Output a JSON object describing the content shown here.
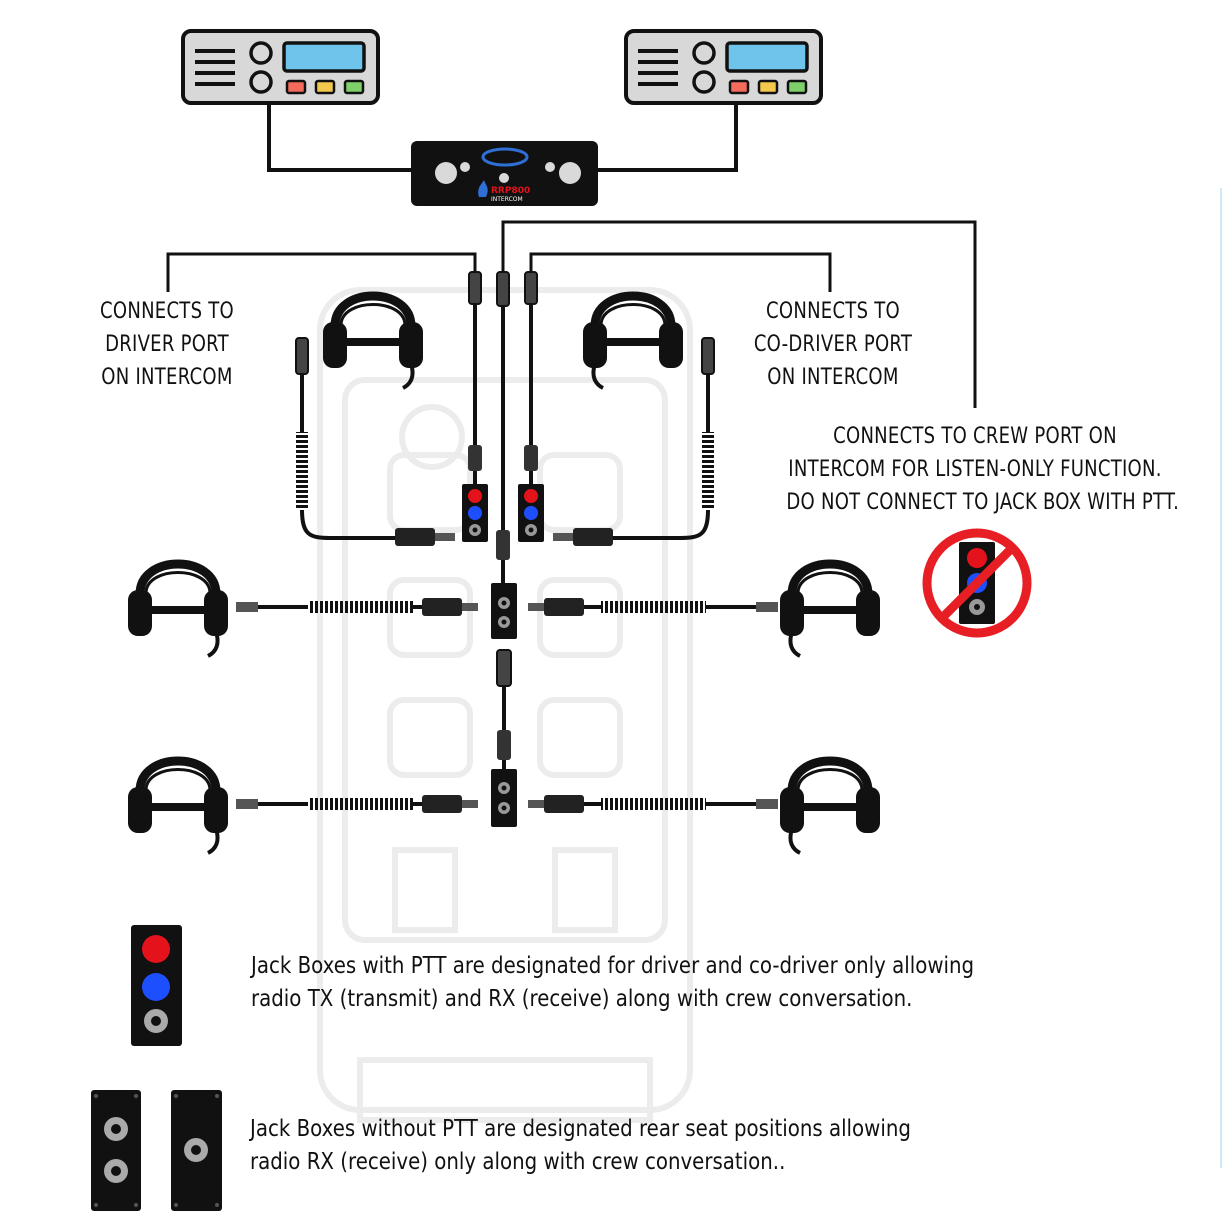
{
  "labels": {
    "driver": [
      "CONNECTS TO",
      "DRIVER PORT",
      "ON INTERCOM"
    ],
    "codriver": [
      "CONNECTS TO",
      "CO-DRIVER PORT",
      "ON INTERCOM"
    ],
    "crew": [
      "CONNECTS TO CREW PORT ON",
      "INTERCOM FOR LISTEN-ONLY FUNCTION.",
      "DO NOT CONNECT TO JACK BOX WITH PTT."
    ]
  },
  "intercom": {
    "brand": "RRP800",
    "name": "INTERCOM"
  },
  "legend": {
    "ptt": [
      "Jack Boxes with PTT are designated for driver and co-driver only allowing",
      "radio TX (transmit) and RX (receive) along with crew conversation."
    ],
    "no_ptt": [
      "Jack Boxes without PTT are designated rear seat positions allowing",
      "radio RX (receive) only along with crew conversation.."
    ]
  },
  "colors": {
    "ptt_button": "#e3121b",
    "rx_button": "#1e4fff",
    "prohibited": "#e81e25",
    "radio_body": "#d8d8d8",
    "radio_screen": "#6fc4ec",
    "lamp_red": "#f26b5b",
    "lamp_yellow": "#f2c94c",
    "lamp_green": "#7ed06b"
  }
}
